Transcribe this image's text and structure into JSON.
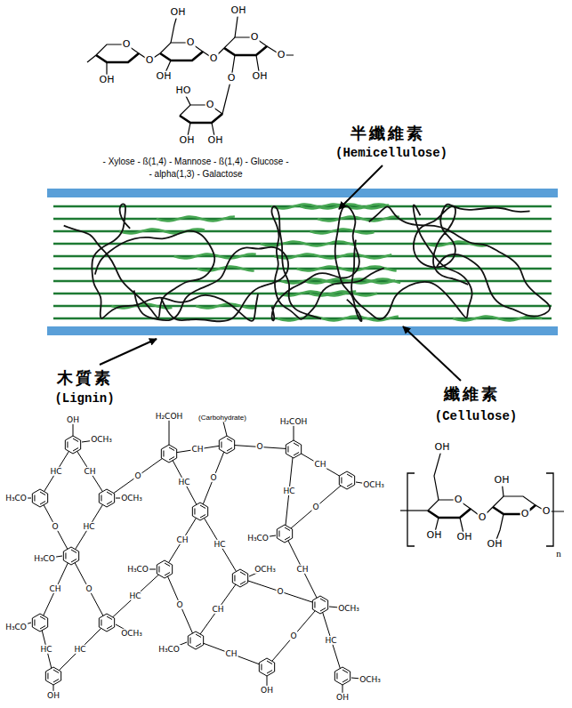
{
  "diagram": {
    "labels": [
      "OH",
      "OH",
      "O",
      "O",
      "O",
      "O",
      "O",
      "O",
      "OH",
      "OH",
      "OH",
      "O",
      "HO",
      "O",
      "OH",
      "OH",
      "- Xylose - ß(1,4) - Mannose - ß(1,4) - Glucose -",
      "- alpha(1,3) - Galactose",
      "半纖維素",
      "(Hemicellulose)",
      "木質素",
      "(Lignin)",
      "纖維素",
      "(Cellulose)",
      "OH",
      "O",
      "OH",
      "OH",
      "O",
      "OH",
      "O",
      "O",
      "OH",
      "n",
      "OH",
      "OCH₃",
      "HC",
      "CH",
      "H₃CO",
      "OCH₃",
      "O",
      "HC",
      "O",
      "H₃CO",
      "CH",
      "O",
      "H₃CO",
      "OCH₃",
      "HC",
      "HC",
      "OH",
      "HC",
      "H₂COH",
      "(Carbohydrate)",
      "CH",
      "HC",
      "O",
      "O",
      "H₂COH",
      "CH",
      "HC",
      "OCH₃",
      "O",
      "CH",
      "HC",
      "H₃CO",
      "OCH₃",
      "H₃CO",
      "CH",
      "O",
      "CH",
      "O",
      "OCH₃",
      "H₃CO",
      "CH",
      "O",
      "HC",
      "OH",
      "OCH₃",
      "OH"
    ]
  }
}
